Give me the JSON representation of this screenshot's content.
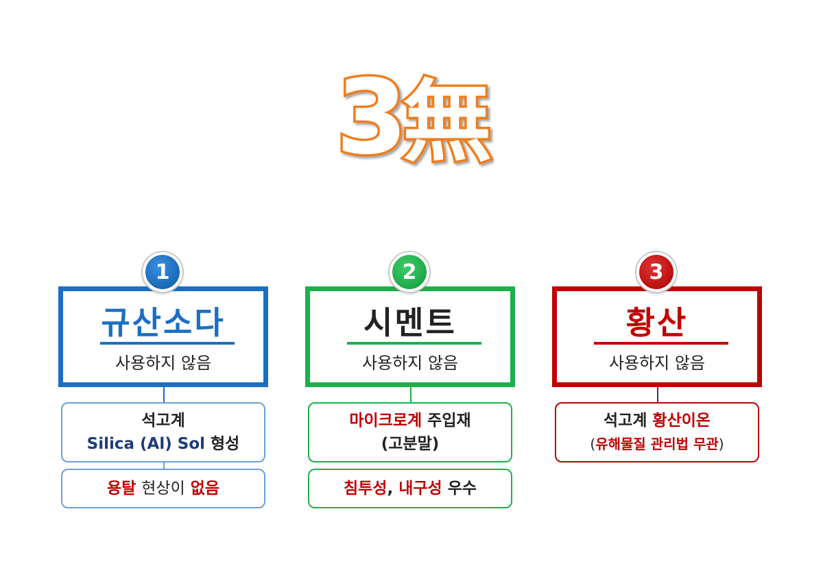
{
  "title": {
    "number": "3",
    "hanja": "無"
  },
  "colors": {
    "blue": "#1a6fc4",
    "green": "#1cb04b",
    "red": "#c00000",
    "orange": "#f07d1e"
  },
  "columns": [
    {
      "number": "1",
      "headline": "규산소다",
      "subtitle": "사용하지 않음",
      "box1_line1": "석고계",
      "box1_line2_a": "Silica (Al) Sol",
      "box1_line2_b": "형성",
      "box2_a": "용탈",
      "box2_b": "현상이",
      "box2_c": "없음"
    },
    {
      "number": "2",
      "headline": "시멘트",
      "subtitle": "사용하지 않음",
      "box1_line1_a": "마이크로계",
      "box1_line1_b": "주입재",
      "box1_line2": "(고분말)",
      "box2_a": "침투성",
      "box2_b": ",",
      "box2_c": "내구성",
      "box2_d": "우수"
    },
    {
      "number": "3",
      "headline": "황산",
      "subtitle": "사용하지 않음",
      "box1_line1_a": "석고계",
      "box1_line1_b": "황산이온",
      "box1_line2_a": "(",
      "box1_line2_b": "유해물질 관리법 무관",
      "box1_line2_c": ")"
    }
  ]
}
